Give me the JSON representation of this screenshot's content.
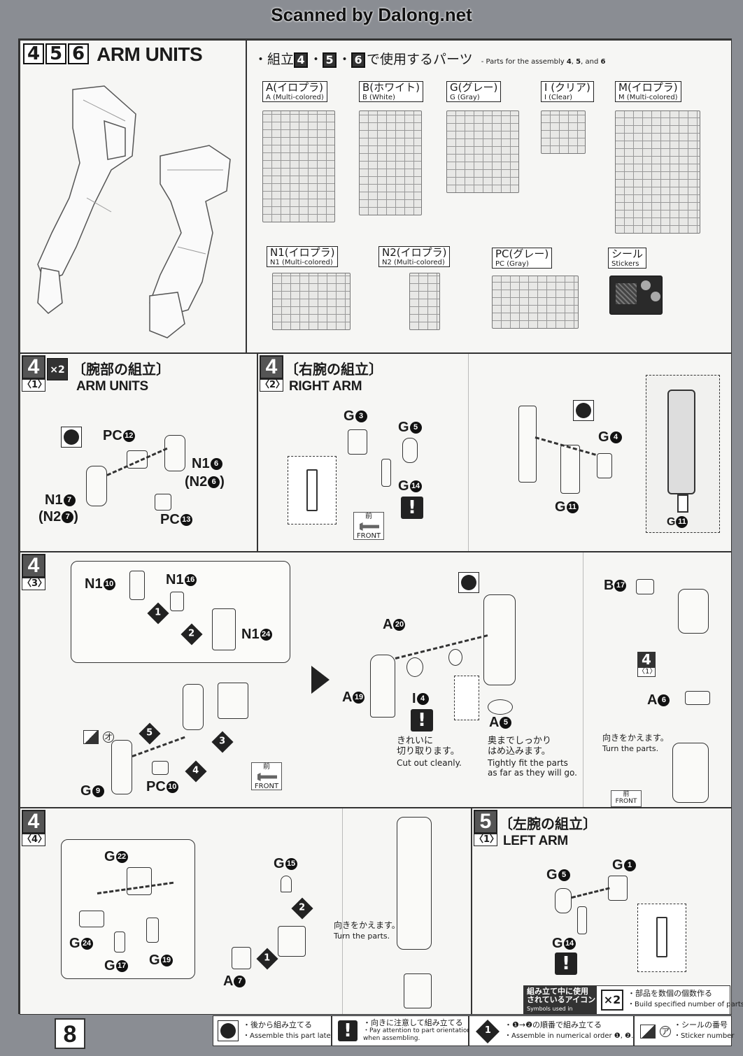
{
  "watermark": "Scanned by Dalong.net",
  "page_number": "8",
  "header": {
    "step_digits": [
      "4",
      "5",
      "6"
    ],
    "title": "ARM UNITS",
    "parts_title_jp": "・組立",
    "parts_title_nums": [
      "4",
      "5",
      "6"
    ],
    "parts_title_jp_tail": "で使用するパーツ",
    "parts_title_en_pre": "- Parts for the assembly",
    "parts_title_en_and": ", and"
  },
  "runners": [
    {
      "jp": "A(イロプラ)",
      "en": "A (Multi-colored)"
    },
    {
      "jp": "B(ホワイト)",
      "en": "B (White)"
    },
    {
      "jp": "G(グレー)",
      "en": "G (Gray)"
    },
    {
      "jp": "I (クリア)",
      "en": "I (Clear)"
    },
    {
      "jp": "M(イロプラ)",
      "en": "M (Multi-colored)"
    },
    {
      "jp": "N1(イロプラ)",
      "en": "N1 (Multi-colored)"
    },
    {
      "jp": "N2(イロプラ)",
      "en": "N2 (Multi-colored)"
    },
    {
      "jp": "PC(グレー)",
      "en": "PC (Gray)"
    },
    {
      "jp": "シール",
      "en": "Stickers"
    }
  ],
  "step4_1": {
    "num": "4",
    "sub": "〈1〉",
    "mult": "×2",
    "title_jp": "〔腕部の組立〕",
    "title_en": "ARM UNITS",
    "labels": {
      "pc12": "PC",
      "pc12n": "12",
      "n16": "N1",
      "n16n": "6",
      "n26": "(N2",
      "n26n": "6",
      "n26c": ")",
      "n17": "N1",
      "n17n": "7",
      "n27": "(N2",
      "n27n": "7",
      "n27c": ")",
      "pc13": "PC",
      "pc13n": "13"
    }
  },
  "step4_2": {
    "num": "4",
    "sub": "〈2〉",
    "title_jp": "〔右腕の組立〕",
    "title_en": "RIGHT ARM",
    "labels": {
      "g3": "G",
      "g3n": "3",
      "g5": "G",
      "g5n": "5",
      "g14": "G",
      "g14n": "14",
      "g4": "G",
      "g4n": "4",
      "g11": "G",
      "g11n": "11",
      "g11b": "G",
      "g11bn": "11"
    },
    "front_jp": "前",
    "front_en": "FRONT"
  },
  "step4_3": {
    "num": "4",
    "sub": "〈3〉",
    "labels": {
      "n110": "N1",
      "n110n": "10",
      "n116": "N1",
      "n116n": "16",
      "n124": "N1",
      "n124n": "24",
      "g9": "G",
      "g9n": "9",
      "pc10": "PC",
      "pc10n": "10",
      "a20": "A",
      "a20n": "20",
      "a19": "A",
      "a19n": "19",
      "i4": "I",
      "i4n": "4",
      "a5": "A",
      "a5n": "5",
      "b17": "B",
      "b17n": "17",
      "a6": "A",
      "a6n": "6"
    },
    "sticker_mark": "オ",
    "ref_step": "4",
    "ref_sub": "〈1〉",
    "cut_jp": "きれいに\n切り取ります。",
    "cut_en": "Cut out cleanly.",
    "fit_jp": "奥までしっかり\nはめ込みます。",
    "fit_en": "Tightly fit the parts\nas far as they will go.",
    "turn_jp": "向きをかえます。",
    "turn_en": "Turn the parts.",
    "front_jp": "前",
    "front_en": "FRONT",
    "order": [
      "1",
      "2",
      "3",
      "4",
      "5"
    ]
  },
  "step4_4": {
    "num": "4",
    "sub": "〈4〉",
    "labels": {
      "g22": "G",
      "g22n": "22",
      "g24": "G",
      "g24n": "24",
      "g17": "G",
      "g17n": "17",
      "g19": "G",
      "g19n": "19",
      "g15": "G",
      "g15n": "15",
      "a7": "A",
      "a7n": "7"
    },
    "turn_jp": "向きをかえます。",
    "turn_en": "Turn the parts.",
    "order": [
      "1",
      "2"
    ]
  },
  "step5_1": {
    "num": "5",
    "sub": "〈1〉",
    "title_jp": "〔左腕の組立〕",
    "title_en": "LEFT ARM",
    "labels": {
      "g5": "G",
      "g5n": "5",
      "g1": "G",
      "g1n": "1",
      "g14": "G",
      "g14n": "14"
    }
  },
  "legend": {
    "symbols_jp": "組み立て中に使用\nされているアイコン",
    "symbols_en": "Symbols used in instructions",
    "mult": "×2",
    "mult_jp": "・部品を数個の個数作る",
    "mult_en": "・Build specified number of parts.",
    "later_jp": "・後から組み立てる",
    "later_en": "・Assemble this part later.",
    "attn_jp": "・向きに注意して組み立てる",
    "attn_en": "・Pay attention to part orientation\nwhen assembling.",
    "order_jp": "・❶→❷の順番で組み立てる",
    "order_en": "・Assemble in numerical order ❶, ❷...",
    "sticker_jp": "・シールの番号",
    "sticker_en": "・Sticker number",
    "sticker_mark": "ア"
  }
}
